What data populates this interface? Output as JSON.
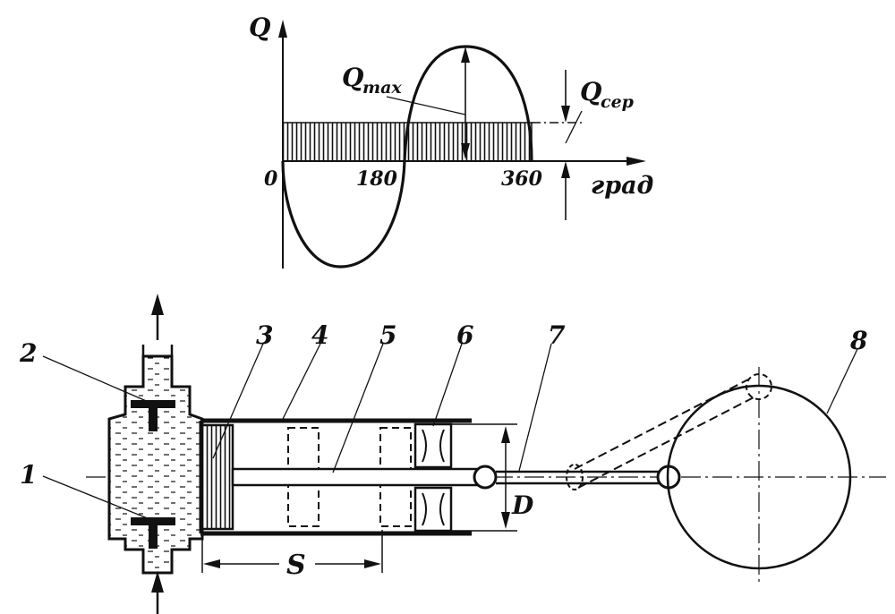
{
  "graph": {
    "y_axis_label": "Q",
    "x_axis_label": "град",
    "tick_0": "0",
    "tick_180": "180",
    "tick_360": "360",
    "qmax_label_main": "Q",
    "qmax_label_sub": "max",
    "qavg_label_main": "Q",
    "qavg_label_sub": "сер"
  },
  "pump": {
    "part_labels": [
      "1",
      "2",
      "3",
      "4",
      "5",
      "6",
      "7",
      "8"
    ],
    "stroke_label": "S",
    "diameter_label": "D"
  }
}
